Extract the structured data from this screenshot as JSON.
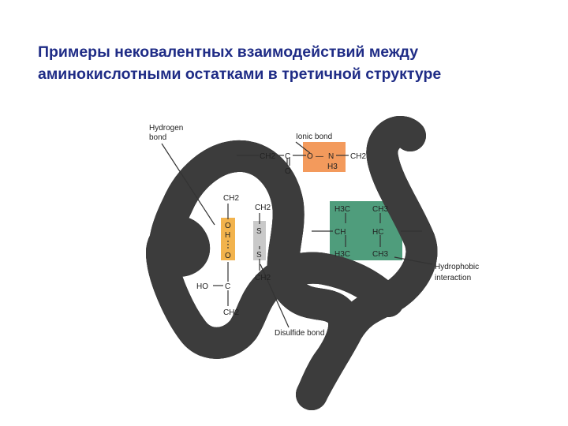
{
  "slide": {
    "title_line1": "Примеры нековалентных взаимодействий между",
    "title_line2": "аминокислотными остатками в третичной структуре"
  },
  "labels": {
    "hydrogen_bond_1": "Hydrogen",
    "hydrogen_bond_2": "bond",
    "ionic_bond": "Ionic bond",
    "hydrophobic_1": "Hydrophobic",
    "hydrophobic_2": "interaction",
    "disulfide_bond": "Disulfide bond"
  },
  "chem": {
    "ionic_ch2_left": "CH2",
    "ionic_c": "C",
    "ionic_o_minus": "O",
    "ionic_dash": "—",
    "ionic_n": "N",
    "ionic_h3": "H3",
    "ionic_ch2_right": "CH2",
    "ionic_o_double": "O",
    "hb_ch2_top": "CH2",
    "hb_o_top": "O",
    "hb_h": "H",
    "hb_o_bottom": "O",
    "hb_c": "C",
    "hb_ho": "HO",
    "hb_ch2_bottom": "CH2",
    "ds_ch2_top": "CH2",
    "ds_s_top": "S",
    "ds_s_bottom": "S",
    "ds_ch2_bottom": "CH2",
    "hp_h3c_top": "H3C",
    "hp_ch3_top": "CH3",
    "hp_ch_left": "CH",
    "hp_hc_right": "HC",
    "hp_h3c_bottom": "H3C",
    "hp_ch3_bottom": "CH3"
  },
  "colors": {
    "title": "#1f2c86",
    "ionic_box": "#f39a5c",
    "hydrophobic_box": "#4f9d7c",
    "hydrogen_box": "#f2b34d",
    "disulfide_box": "#c9c9c9",
    "tube_dark": "#3c3c3c",
    "tube_light": "#d7d7d7"
  }
}
